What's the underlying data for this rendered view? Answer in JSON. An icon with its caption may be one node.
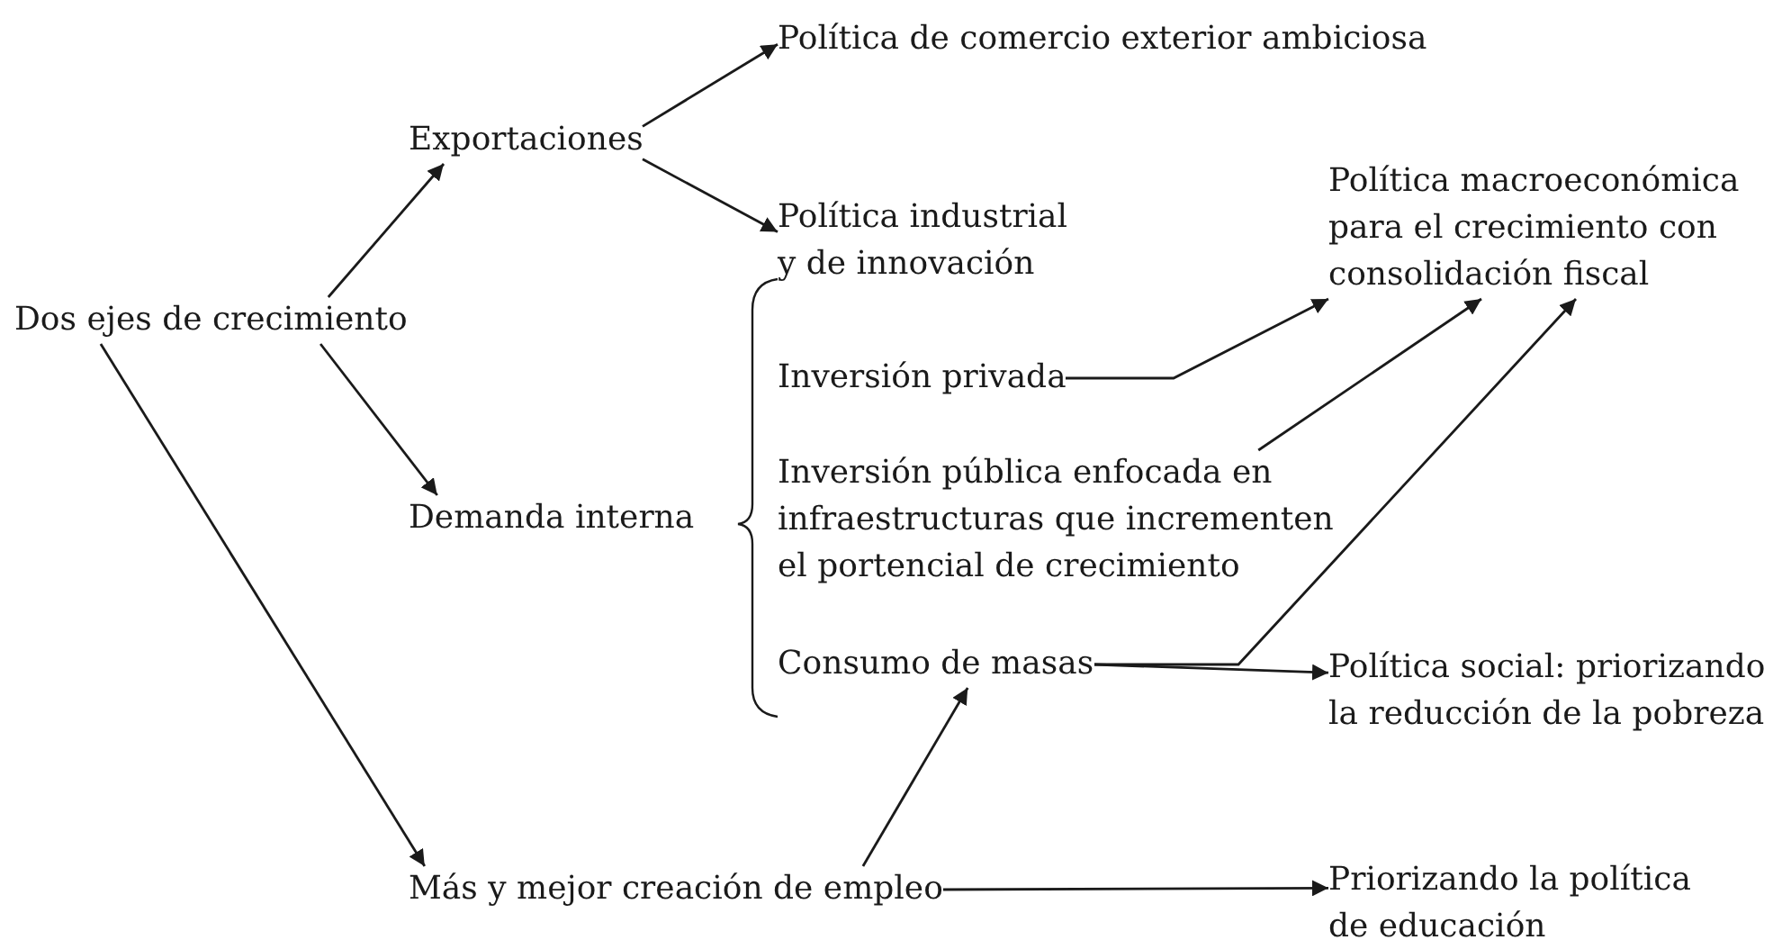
{
  "diagram": {
    "nodes": [
      {
        "text": [
          "Dos ejes de crecimiento"
        ]
      },
      {
        "text": [
          "Exportaciones"
        ]
      },
      {
        "text": [
          "Política de comercio exterior ambiciosa"
        ]
      },
      {
        "text": [
          "Política industrial y de innovación"
        ]
      },
      {
        "text": [
          "Demanda interna"
        ]
      },
      {
        "text": [
          "Inversión privada"
        ]
      },
      {
        "text": [
          "Inversión pública enfocada en infraestructuras que incrementen el portencial de crecimiento"
        ]
      },
      {
        "text": [
          "Consumo de masas"
        ]
      },
      {
        "text": [
          "Política macroeconómica para el crecimiento con consolidación fiscal"
        ]
      },
      {
        "text": [
          "Política social: priorizando la reducción de la pobreza"
        ]
      },
      {
        "text": [
          "Más y mejor creación de empleo"
        ]
      },
      {
        "text": [
          "Priorizando la política de educación"
        ]
      }
    ],
    "edges": [
      {
        "from": 0,
        "to": 1,
        "arrow": "to"
      },
      {
        "from": 1,
        "to": 2,
        "arrow": "to"
      },
      {
        "from": 1,
        "to": 3,
        "arrow": "to"
      },
      {
        "from": 0,
        "to": 4,
        "arrow": "to"
      },
      {
        "from": 0,
        "to": 10,
        "arrow": "to"
      },
      {
        "from": 5,
        "to": 8,
        "arrow": "to"
      },
      {
        "from": 6,
        "to": 8,
        "arrow": "to"
      },
      {
        "from": 7,
        "to": 8,
        "arrow": "to"
      },
      {
        "from": 7,
        "to": 9,
        "arrow": "to"
      },
      {
        "from": 10,
        "to": 7,
        "arrow": "to"
      },
      {
        "from": 10,
        "to": 11,
        "arrow": "to"
      }
    ]
  }
}
